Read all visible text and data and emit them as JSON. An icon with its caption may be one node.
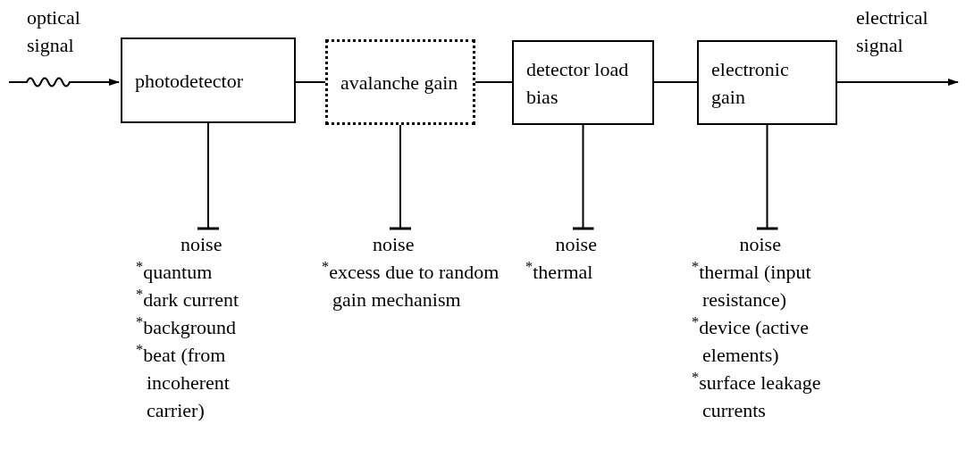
{
  "diagram": {
    "nodes": [
      {
        "text": [
          "photodetector"
        ]
      },
      {
        "text": [
          "avalanche gain"
        ]
      },
      {
        "text": [
          "detector load bias"
        ]
      },
      {
        "text": [
          "electronic gain"
        ]
      },
      {
        "text": [
          "noise",
          "$^{*}$quantum",
          "$^{*}$dark current",
          "$^{*}$background",
          "$^{*}$beat (from incoherent carrier)"
        ]
      },
      {
        "text": [
          "noise",
          "$^{*}$excess due to random gain mechanism"
        ]
      },
      {
        "text": [
          "noise",
          "$^{*}$thermal"
        ]
      },
      {
        "text": [
          "noise",
          "$^{*}$thermal (input resistance)",
          "$^{*}$device (active elements)",
          "$^{*}$surface leakage currents"
        ]
      }
    ],
    "edges": [
      {
        "from": null,
        "to": 0,
        "arrow": "to",
        "label": "optical signal"
      },
      {
        "from": 0,
        "to": 1,
        "arrow": "none"
      },
      {
        "from": 1,
        "to": 2,
        "arrow": "none"
      },
      {
        "from": 2,
        "to": 3,
        "arrow": "none"
      },
      {
        "from": 3,
        "to": null,
        "arrow": "to",
        "label": "electrical signal"
      },
      {
        "from": 0,
        "to": 4,
        "arrow": "other"
      },
      {
        "from": 1,
        "to": 5,
        "arrow": "other"
      },
      {
        "from": 2,
        "to": 6,
        "arrow": "other"
      },
      {
        "from": 3,
        "to": 7,
        "arrow": "other"
      }
    ]
  }
}
